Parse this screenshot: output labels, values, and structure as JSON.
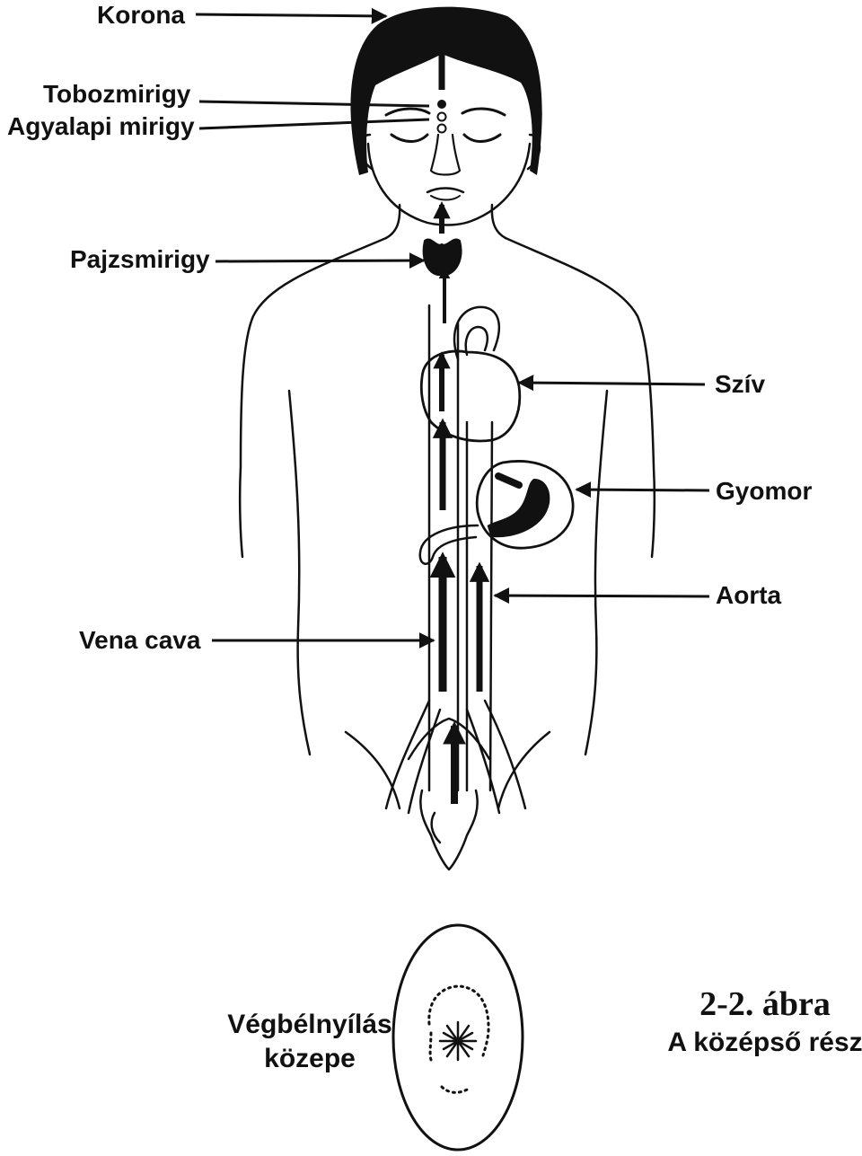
{
  "labels": {
    "korona": "Korona",
    "tobozmirigy": "Tobozmirigy",
    "agyalapi": "Agyalapi mirigy",
    "pajzsmirigy": "Pajzsmirigy",
    "sziv": "Szív",
    "gyomor": "Gyomor",
    "aorta": "Aorta",
    "vena_cava": "Vena cava",
    "vegbel_line1": "Végbélnyílás",
    "vegbel_line2": "közepe"
  },
  "caption": {
    "number": "2-2. ábra",
    "title": "A középső rész"
  },
  "colors": {
    "ink": "#111111",
    "background": "#ffffff"
  }
}
